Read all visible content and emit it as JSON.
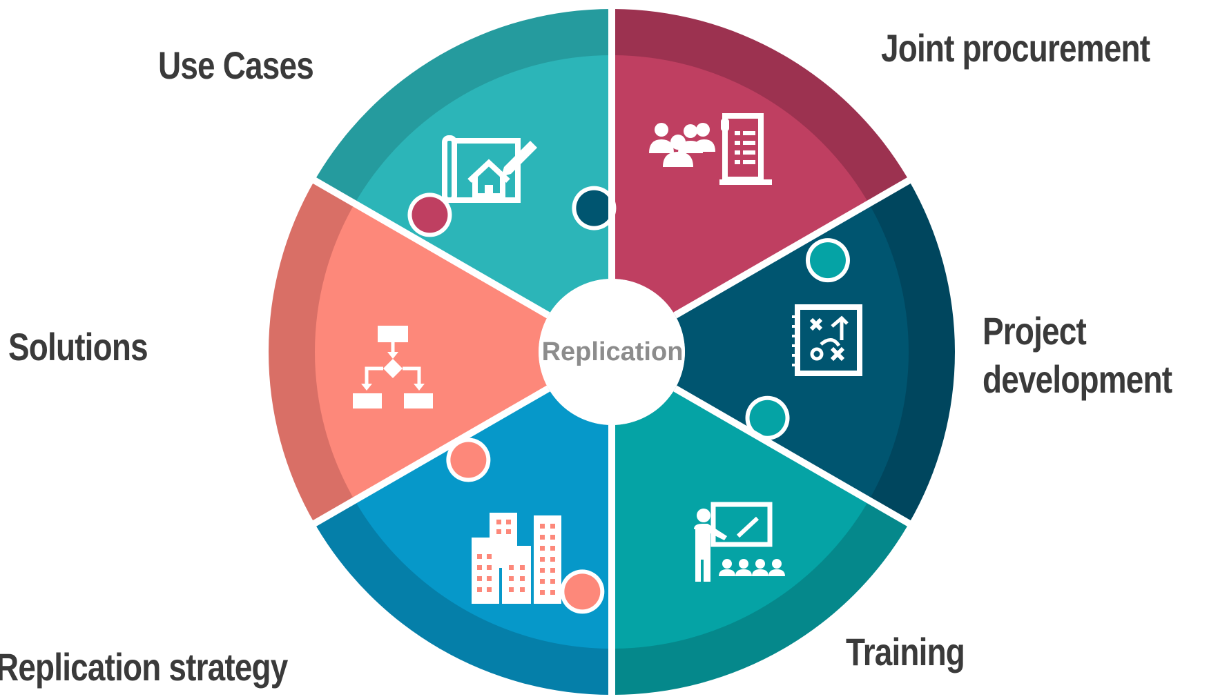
{
  "diagram": {
    "center_label": "Replication",
    "segments": [
      {
        "id": "use-cases",
        "label": "Use Cases",
        "color": "#bf3f61",
        "rim_color": "#9c3250",
        "icon": "blueprint-house-icon"
      },
      {
        "id": "joint-procurement",
        "label": "Joint procurement",
        "color": "#005570",
        "rim_color": "#00465e",
        "icon": "meeting-document-icon"
      },
      {
        "id": "project-development",
        "label_lines": [
          "Project",
          "development"
        ],
        "color": "#05a3a5",
        "rim_color": "#05888b",
        "icon": "strategy-board-icon"
      },
      {
        "id": "training",
        "label": "Training",
        "color": "#0698c9",
        "rim_color": "#057fa9",
        "icon": "presenter-icon"
      },
      {
        "id": "replication-strategy",
        "label": "Replication strategy",
        "color": "#fd887a",
        "rim_color": "#d96f66",
        "icon": "city-buildings-icon"
      },
      {
        "id": "solutions",
        "label": "Solutions",
        "color": "#2cb5b8",
        "rim_color": "#259b9e",
        "icon": "flowchart-icon"
      }
    ]
  }
}
